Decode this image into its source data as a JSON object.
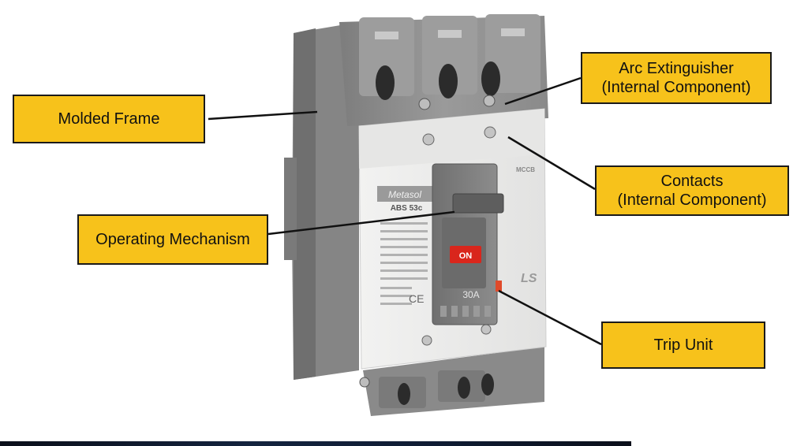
{
  "labels": {
    "molded_frame": "Molded Frame",
    "arc_line1": "Arc Extinguisher",
    "arc_line2": "(Internal Component)",
    "contacts_line1": "Contacts",
    "contacts_line2": "(Internal Component)",
    "operating_mechanism": "Operating Mechanism",
    "trip_unit": "Trip Unit"
  },
  "device": {
    "brand": "Metasol",
    "model": "ABS 53c",
    "type": "MCCB",
    "switch": "ON",
    "rating": "30A",
    "logo": "LS",
    "ce_mark": "CE"
  },
  "colors": {
    "label_fill": "#f7c21b",
    "label_border": "#1a1a1a",
    "frame_gray": "#8f8f8f",
    "face_white": "#ebebea",
    "on_red": "#d9261c"
  }
}
